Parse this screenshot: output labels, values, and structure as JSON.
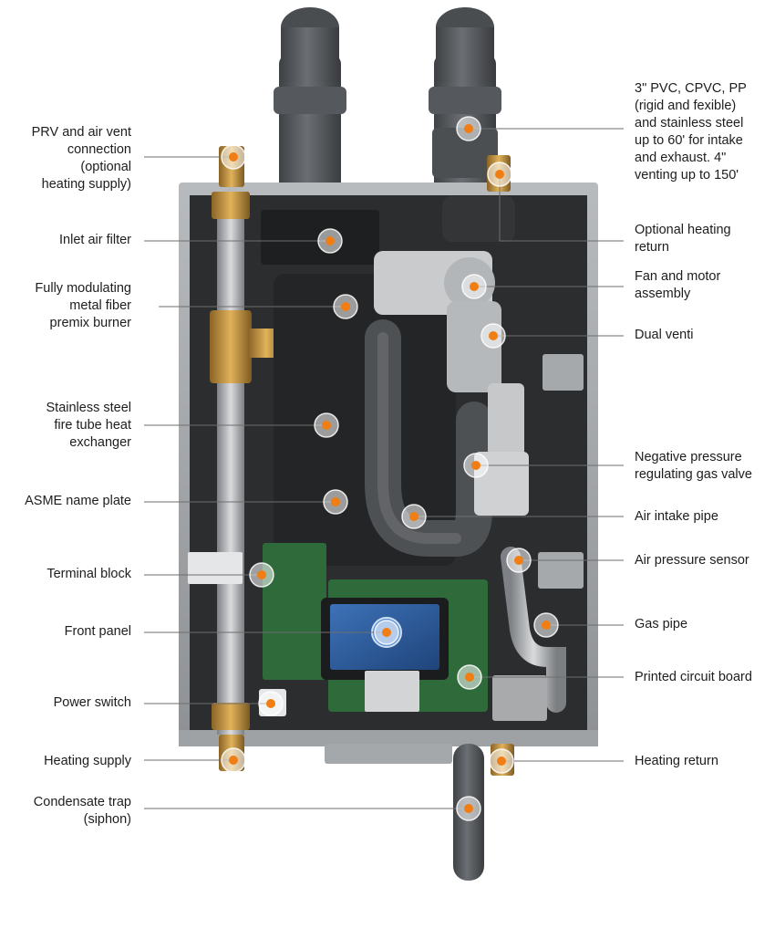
{
  "callouts": [
    {
      "key": "prv",
      "text": "PRV and air vent\nconnection\n(optional\nheating supply)",
      "side": "left"
    },
    {
      "key": "inlet_filter",
      "text": "Inlet air filter",
      "side": "left"
    },
    {
      "key": "burner",
      "text": "Fully modulating\nmetal fiber\npremix burner",
      "side": "left"
    },
    {
      "key": "heat_exchanger",
      "text": "Stainless steel\nfire tube heat\nexchanger",
      "side": "left"
    },
    {
      "key": "asme",
      "text": "ASME name plate",
      "side": "left"
    },
    {
      "key": "terminal",
      "text": "Terminal block",
      "side": "left"
    },
    {
      "key": "front_panel",
      "text": "Front panel",
      "side": "left"
    },
    {
      "key": "power_switch",
      "text": "Power switch",
      "side": "left"
    },
    {
      "key": "heating_supply",
      "text": "Heating supply",
      "side": "left"
    },
    {
      "key": "condensate",
      "text": "Condensate trap\n(siphon)",
      "side": "left"
    },
    {
      "key": "venting",
      "text": "3\" PVC, CPVC, PP\n(rigid and fexible)\nand stainless steel\nup to 60' for intake\nand exhaust. 4\"\nventing up to 150'",
      "side": "right"
    },
    {
      "key": "heating_return_opt",
      "text": "Optional heating\nreturn",
      "side": "right"
    },
    {
      "key": "fan",
      "text": "Fan and motor\nassembly",
      "side": "right"
    },
    {
      "key": "venti",
      "text": "Dual venti",
      "side": "right"
    },
    {
      "key": "gas_valve",
      "text": "Negative pressure\nregulating gas valve",
      "side": "right"
    },
    {
      "key": "air_intake",
      "text": "Air intake pipe",
      "side": "right"
    },
    {
      "key": "air_sensor",
      "text": "Air pressure sensor",
      "side": "right"
    },
    {
      "key": "gas_pipe",
      "text": "Gas pipe",
      "side": "right"
    },
    {
      "key": "pcb",
      "text": "Printed circuit board",
      "side": "right"
    },
    {
      "key": "heating_return",
      "text": "Heating return",
      "side": "right"
    }
  ],
  "colors": {
    "marker": "#f07e14",
    "leader": "#6e6e6e",
    "cabinet": "#a9acae",
    "interior": "#2b2d2f",
    "pipe_gray": "#5a5d60",
    "brass": "#b98a3a",
    "pcb_green": "#2f6b3a",
    "screen_blue": "#2f5e9e"
  }
}
